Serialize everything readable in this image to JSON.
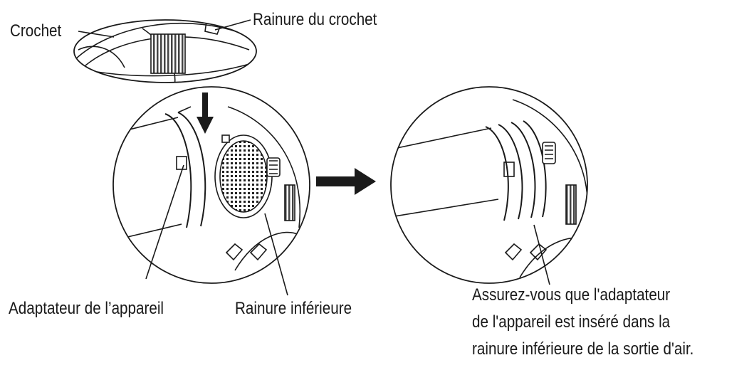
{
  "labels": {
    "hook": "Crochet",
    "hook_groove": "Rainure du crochet",
    "device_adapter": "Adaptateur de l’appareil",
    "lower_groove": "Rainure inférieure"
  },
  "note": {
    "lines": [
      "Assurez-vous que l'adaptateur",
      "de l'appareil est inséré dans la",
      "rainure inférieure de la sortie d'air."
    ]
  },
  "icons": {
    "down_arrow": "arrow-down-icon",
    "right_arrow": "arrow-right-icon"
  },
  "colors": {
    "line": "#1a1a1a",
    "background": "#ffffff"
  }
}
